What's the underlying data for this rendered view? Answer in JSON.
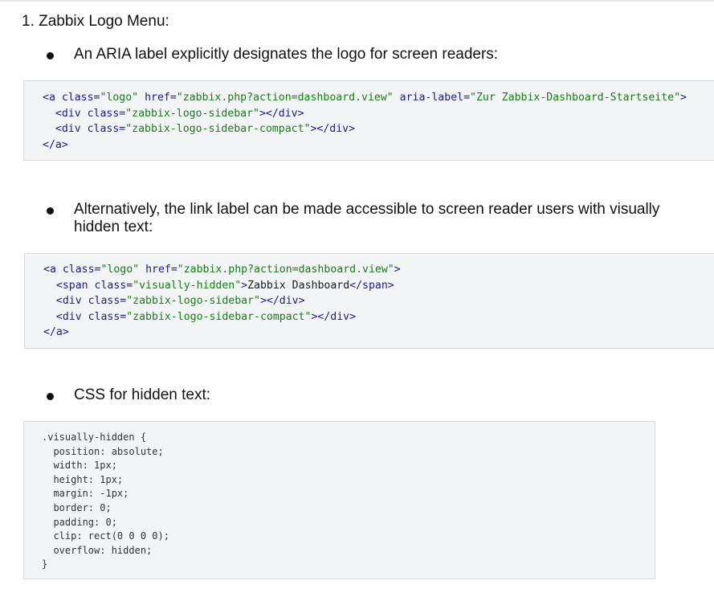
{
  "heading": "1. Zabbix Logo Menu:",
  "bullet1": "An ARIA label explicitly designates the logo for screen readers:",
  "bullet2": "Alternatively, the link label can be made accessible to screen reader users with visually hidden text:",
  "bullet3": "CSS for hidden text:",
  "code1": [
    [
      [
        "tag",
        "<a "
      ],
      [
        "attr",
        "class="
      ],
      [
        "str",
        "\"logo\""
      ],
      [
        "plain",
        " "
      ],
      [
        "attr",
        "href="
      ],
      [
        "str",
        "\"zabbix.php?action=dashboard.view\""
      ],
      [
        "plain",
        " "
      ],
      [
        "attr",
        "aria-label="
      ],
      [
        "str",
        "\"Zur Zabbix-Dashboard-Startseite\""
      ],
      [
        "tag",
        ">"
      ]
    ],
    [
      [
        "plain",
        "  "
      ],
      [
        "tag",
        "<div "
      ],
      [
        "attr",
        "class="
      ],
      [
        "str",
        "\"zabbix-logo-sidebar\""
      ],
      [
        "tag",
        "></div>"
      ]
    ],
    [
      [
        "plain",
        "  "
      ],
      [
        "tag",
        "<div "
      ],
      [
        "attr",
        "class="
      ],
      [
        "str",
        "\"zabbix-logo-sidebar-compact\""
      ],
      [
        "tag",
        "></div>"
      ]
    ],
    [
      [
        "tag",
        "</a>"
      ]
    ]
  ],
  "code2": [
    [
      [
        "tag",
        "<a "
      ],
      [
        "attr",
        "class="
      ],
      [
        "str",
        "\"logo\""
      ],
      [
        "plain",
        " "
      ],
      [
        "attr",
        "href="
      ],
      [
        "str",
        "\"zabbix.php?action=dashboard.view\""
      ],
      [
        "tag",
        ">"
      ]
    ],
    [
      [
        "plain",
        "  "
      ],
      [
        "tag",
        "<span "
      ],
      [
        "attr",
        "class="
      ],
      [
        "str",
        "\"visually-hidden\""
      ],
      [
        "tag",
        ">"
      ],
      [
        "plain",
        "Zabbix Dashboard"
      ],
      [
        "tag",
        "</span>"
      ]
    ],
    [
      [
        "plain",
        "  "
      ],
      [
        "tag",
        "<div "
      ],
      [
        "attr",
        "class="
      ],
      [
        "str",
        "\"zabbix-logo-sidebar\""
      ],
      [
        "tag",
        "></div>"
      ]
    ],
    [
      [
        "plain",
        "  "
      ],
      [
        "tag",
        "<div "
      ],
      [
        "attr",
        "class="
      ],
      [
        "str",
        "\"zabbix-logo-sidebar-compact\""
      ],
      [
        "tag",
        "></div>"
      ]
    ],
    [
      [
        "tag",
        "</a>"
      ]
    ]
  ],
  "code3": [
    ".visually-hidden {",
    "  position: absolute;",
    "  width: 1px;",
    "  height: 1px;",
    "  margin: -1px;",
    "  border: 0;",
    "  padding: 0;",
    "  clip: rect(0 0 0 0);",
    "  overflow: hidden;",
    "}"
  ]
}
